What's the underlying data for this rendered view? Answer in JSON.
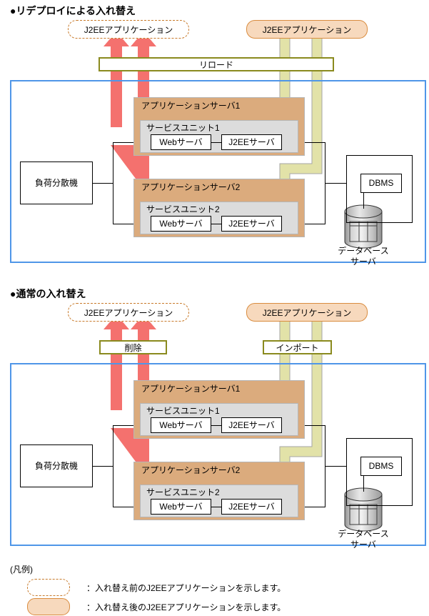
{
  "sections": [
    {
      "title": "●リデプロイによる入れ替え",
      "app_before_label": "J2EEアプリケーション",
      "app_after_label": "J2EEアプリケーション",
      "op_boxes": [
        {
          "label": "リロード"
        }
      ],
      "load_balancer": "負荷分散機",
      "app_servers": [
        {
          "name": "アプリケーションサーバ1",
          "service_unit": "サービスユニット1",
          "web_server": "Webサーバ",
          "j2ee_server": "J2EEサーバ"
        },
        {
          "name": "アプリケーションサーバ2",
          "service_unit": "サービスユニット2",
          "web_server": "Webサーバ",
          "j2ee_server": "J2EEサーバ"
        }
      ],
      "dbms": "DBMS",
      "db_server_caption_line1": "データベース",
      "db_server_caption_line2": "サーバ"
    },
    {
      "title": "●通常の入れ替え",
      "app_before_label": "J2EEアプリケーション",
      "app_after_label": "J2EEアプリケーション",
      "op_boxes": [
        {
          "label": "削除"
        },
        {
          "label": "インポート"
        }
      ],
      "load_balancer": "負荷分散機",
      "app_servers": [
        {
          "name": "アプリケーションサーバ1",
          "service_unit": "サービスユニット1",
          "web_server": "Webサーバ",
          "j2ee_server": "J2EEサーバ"
        },
        {
          "name": "アプリケーションサーバ2",
          "service_unit": "サービスユニット2",
          "web_server": "Webサーバ",
          "j2ee_server": "J2EEサーバ"
        }
      ],
      "dbms": "DBMS",
      "db_server_caption_line1": "データベース",
      "db_server_caption_line2": "サーバ"
    }
  ],
  "legend": {
    "title": "(凡例)",
    "rows": [
      {
        "text": "：入れ替え前のJ2EEアプリケーションを示します。"
      },
      {
        "text": "：入れ替え後のJ2EEアプリケーションを示します。"
      }
    ]
  },
  "colors": {
    "red_arrow": "#f4716e",
    "yellow_arrow": "#e2e2a8",
    "blue_frame": "#4f96e8",
    "app_server_fill": "#dbab7d",
    "service_unit_fill": "#dcdcdc",
    "capsule_after_fill": "#f7d9bd",
    "capsule_border": "#d98c3f",
    "op_box_border": "#8a8a1e"
  }
}
